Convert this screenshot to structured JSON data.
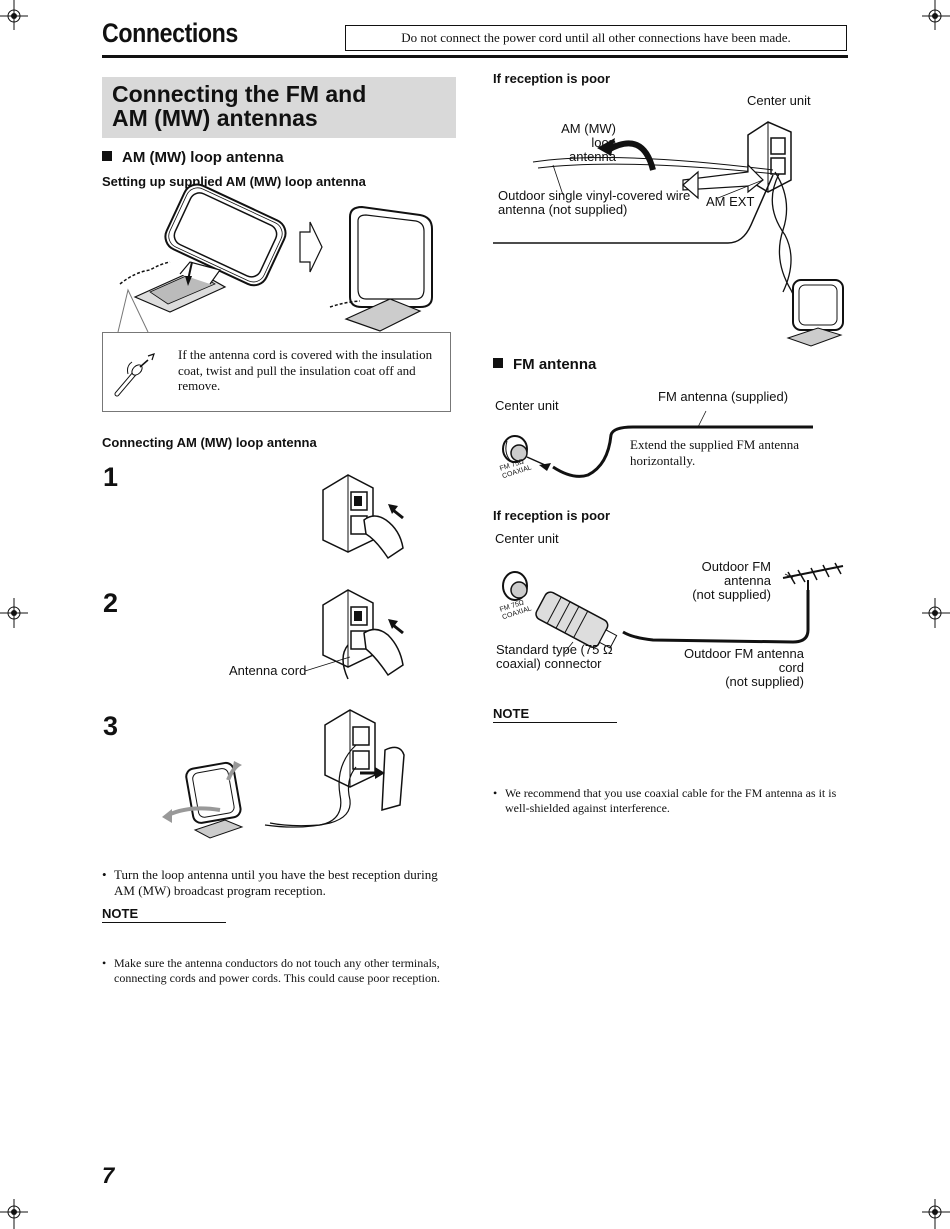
{
  "header": {
    "title": "Connections",
    "warning": "Do not connect the  power cord until all other connections have been made."
  },
  "left": {
    "section_title_line1": "Connecting the FM and",
    "section_title_line2": "AM (MW) antennas",
    "am_heading": "AM (MW) loop antenna",
    "setup_heading": "Setting up supplied AM (MW) loop antenna",
    "insulation_note_line1": "If the antenna cord is covered with the insulation",
    "insulation_note_line2": "coat, twist and pull the insulation coat off and",
    "insulation_note_line3": "remove.",
    "connect_heading": "Connecting AM (MW) loop antenna",
    "steps": [
      "1",
      "2",
      "3"
    ],
    "antenna_cord_label": "Antenna cord",
    "turn_text_line1": "Turn the loop antenna until you have the best reception during",
    "turn_text_line2": "AM (MW) broadcast program reception.",
    "note_heading": "NOTE",
    "note_line1": "Make sure the antenna conductors do not touch any other terminals,",
    "note_line2": "connecting cords and power cords. This could cause poor reception."
  },
  "right": {
    "poor_reception_1": "If reception is poor",
    "center_unit_1": "Center unit",
    "am_loop_label_line1": "AM (MW) loop",
    "am_loop_label_line2": "antenna",
    "outdoor_wire_line1": "Outdoor single vinyl-covered wire",
    "outdoor_wire_line2": "antenna (not supplied)",
    "am_ext": "AM EXT",
    "fm_heading": "FM antenna",
    "center_unit_2": "Center unit",
    "fm_supplied": "FM antenna (supplied)",
    "extend_line1": "Extend the supplied FM antenna",
    "extend_line2": "horizontally.",
    "fm_terminal_1": "FM 75Ω",
    "fm_terminal_2": "COAXIAL",
    "poor_reception_2": "If reception is poor",
    "center_unit_3": "Center unit",
    "outdoor_fm_line1": "Outdoor FM antenna",
    "outdoor_fm_line2": "(not supplied)",
    "standard_line1": "Standard type (75 Ω",
    "standard_line2": "coaxial) connector",
    "outdoor_cord_line1": "Outdoor FM antenna cord",
    "outdoor_cord_line2": "(not supplied)",
    "note_heading": "NOTE",
    "note_line1": "We recommend that you use coaxial cable for the FM antenna as it is",
    "note_line2": "well-shielded against interference."
  },
  "footer": {
    "page_number": "7"
  }
}
